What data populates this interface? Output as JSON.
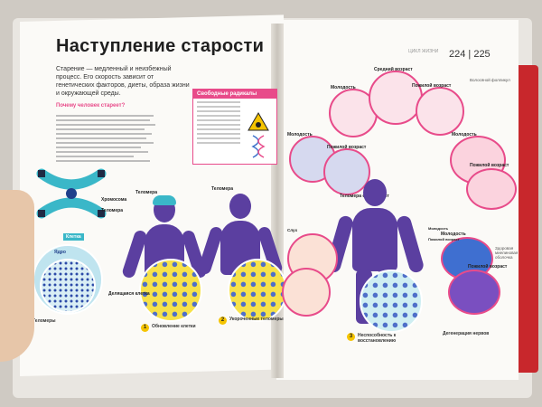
{
  "left_page": {
    "title": "Наступление старости",
    "intro": "Старение — медленный и неизбежный процесс. Его скорость зависит от генетических факторов, диеты, образа жизни и окружающей среды.",
    "question": "Почему человек стареет?",
    "box_header": "Свободные радикалы",
    "labels": {
      "chromosome": "Хромосома",
      "telomere": "Теломера",
      "telomere_1": "Теломера",
      "telomere_2": "Теломера",
      "cell": "Клетка",
      "nucleus": "Ядро",
      "telomeres_caption_title": "Теломеры",
      "renewal_title": "Обновление клетки",
      "shorter_title": "Укороченные теломеры",
      "dividing_cell": "Делящаяся клетка"
    },
    "numbers": [
      "1",
      "2"
    ]
  },
  "right_page": {
    "running_head": "ЦИКЛ ЖИЗНИ",
    "page_numbers": "224 | 225",
    "rings": {
      "youth_1": "Молодость",
      "middle_age": "Средний возраст",
      "old_age_1": "Пожилой возраст",
      "youth_2": "Молодость",
      "old_age_2": "Пожилой возраст",
      "youth_3": "Молодость",
      "old_age_3": "Пожилой возраст",
      "youth_4": "Молодость",
      "old_age_4": "Пожилой возраст",
      "youth_5": "Молодость",
      "old_age_5": "Пожилой возраст"
    },
    "labels": {
      "telomere_absent": "Теломера отсутствует",
      "hearing": "Слух",
      "nerve_degeneration": "Дегенерация нервов",
      "no_recovery_title": "Неспособность к восстановлению",
      "hair_follicle": "Волосяной фолликул",
      "healthy_layer": "Здоровая миелиновая оболочка"
    },
    "numbers": [
      "3"
    ]
  },
  "colors": {
    "purple_body": "#5b3fa0",
    "pink_accent": "#e84b8a",
    "yellow": "#f5c400",
    "teal": "#3ab7c8",
    "cover_red": "#c8272c"
  }
}
